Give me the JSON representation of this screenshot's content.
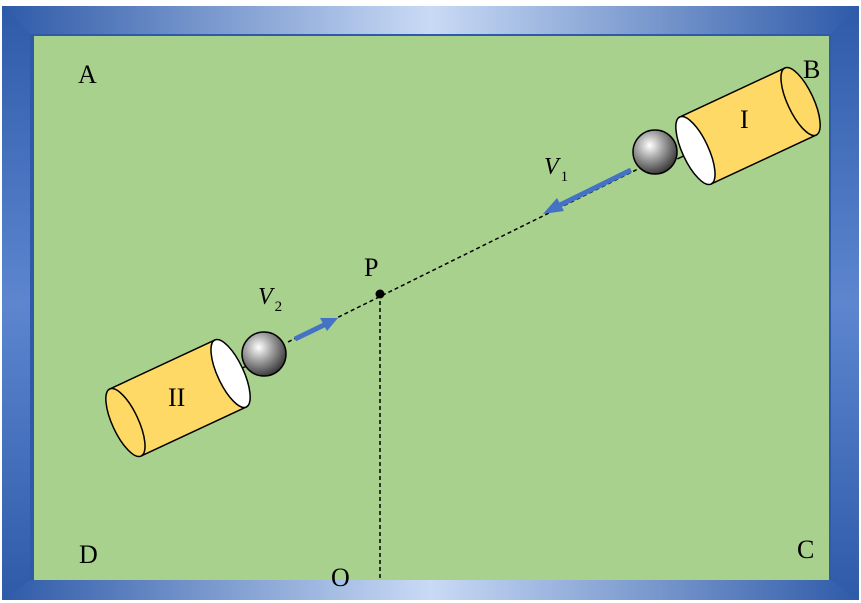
{
  "table": {
    "felt_color": "#a9d18e",
    "frame_color": "#3f6fc4",
    "frame_highlight": "#bcd0f0"
  },
  "corners": {
    "a": "A",
    "b": "B",
    "c": "C",
    "d": "D"
  },
  "points": {
    "p": "P",
    "o": "O"
  },
  "cannons": {
    "first": {
      "label": "I",
      "fill": "#ffd966"
    },
    "second": {
      "label": "II",
      "fill": "#ffd966"
    }
  },
  "velocities": {
    "v1": {
      "symbol": "V",
      "subscript": "1",
      "color": "#4472c4"
    },
    "v2": {
      "symbol": "V",
      "subscript": "2",
      "color": "#4472c4"
    }
  }
}
